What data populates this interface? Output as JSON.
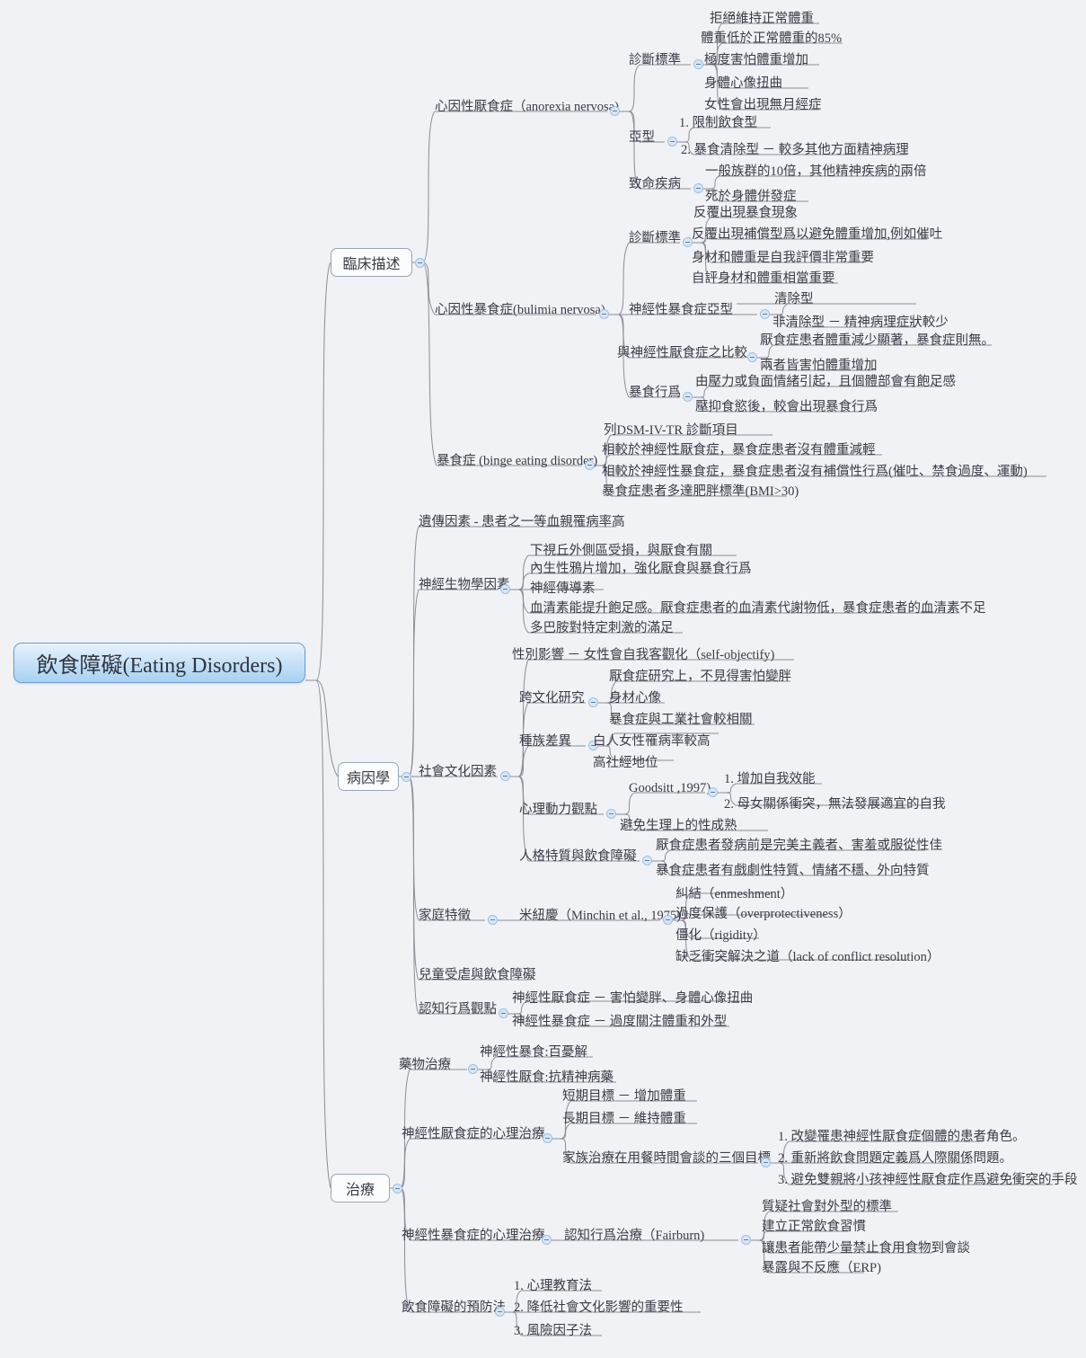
{
  "root": {
    "label": "飲食障礙(Eating Disorders)"
  },
  "colors": {
    "background": "#f0f2f5",
    "root_border": "#6f9fd0",
    "root_fill_top": "#e8f2fc",
    "root_fill_bottom": "#a8d0f2",
    "branch_border": "#9aa6b6",
    "line": "#8d8d99",
    "text": "#3b3b47",
    "toggle_fill": "#d7e6f5",
    "toggle_border": "#9fc0de"
  },
  "branches": [
    {
      "label": "臨床描述"
    },
    {
      "label": "病因學"
    },
    {
      "label": "治療"
    }
  ],
  "nodes": {
    "anorexia": "心因性厭食症（anorexia nervosa)",
    "an_criteria": "診斷標準",
    "an_c1": "拒絕維持正常體重",
    "an_c2": "體重低於正常體重的85%",
    "an_c3": "極度害怕體重增加",
    "an_c4": "身體心像扭曲",
    "an_c5": "女性會出現無月經症",
    "an_subtype": "亞型",
    "an_s1": "1. 限制飲食型",
    "an_s2": "2. 暴食清除型 － 較多其他方面精神病理",
    "an_fatal": "致命疾病",
    "an_f1": "一般族群的10倍，其他精神疾病的兩倍",
    "an_f2": "死於身體併發症",
    "bulimia": "心因性暴食症(bulimia nervosa)",
    "bn_criteria": "診斷標準",
    "bn_c1": "反覆出現暴食現象",
    "bn_c2": "反覆出現補償型爲以避免體重增加,例如催吐",
    "bn_c3": "身材和體重是自我評價非常重要",
    "bn_c4": "自評身材和體重相當重要",
    "bn_subtype": "神經性暴食症亞型",
    "bn_s1": "清除型",
    "bn_s2": "非清除型 － 精神病理症狀較少",
    "bn_compare": "與神經性厭食症之比較",
    "bn_cp1": "厭食症患者體重減少顯著，暴食症則無。",
    "bn_cp2": "兩者皆害怕體重增加",
    "bn_behavior": "暴食行爲",
    "bn_b1": "由壓力或負面情緒引起，且個體部會有飽足感",
    "bn_b2": "壓抑食慾後，較會出現暴食行爲",
    "bed": "暴食症 (binge eating disorder)",
    "bed_1": "列DSM-IV-TR 診斷項目",
    "bed_2": "相較於神經性厭食症，暴食症患者沒有體重減輕",
    "bed_3": "相較於神經性暴食症，暴食症患者沒有補償性行爲(催吐、禁食過度、運動)",
    "bed_4": "暴食症患者多達肥胖標準(BMI>30)",
    "genetic": "遺傳因素 - 患者之一等血親罹病率高",
    "neurobio": "神經生物學因素",
    "nb_1": "下視丘外側區受損，與厭食有關",
    "nb_2": "內生性鴉片增加，強化厭食與暴食行爲",
    "nb_3": "神經傳導素",
    "nb_4": "血清素能提升飽足感。厭食症患者的血清素代謝物低，暴食症患者的血清素不足",
    "nb_5": "多巴胺對特定刺激的滿足",
    "sociocultural": "社會文化因素",
    "sc_gender": "性別影響 － 女性會自我客觀化（self-objectify)",
    "sc_cross": "跨文化研究",
    "sc_cr1": "厭食症研究上，不見得害怕變胖",
    "sc_cr2": "身材心像",
    "sc_cr3": "暴食症與工業社會較相關",
    "sc_race": "種族差異",
    "sc_r1": "白人女性罹病率較高",
    "sc_r2": "高社經地位",
    "sc_psycho": "心理動力觀點",
    "sc_goodsitt": "Goodsitt ,1997)",
    "sc_g1": "1. 增加自我效能",
    "sc_g2": "2. 母女關係衝突，無法發展適宜的自我",
    "sc_p2": "避免生理上的性成熟",
    "sc_person": "人格特質與飲食障礙",
    "sc_pe1": "厭食症患者發病前是完美主義者、害羞或服從性佳",
    "sc_pe2": "暴食症患者有戲劇性特質、情緒不穩、外向特質",
    "family": "家庭特徵",
    "minchin": "米紐慶（Minchin et al., 1975)",
    "fm_1": "糾結（enmeshment）",
    "fm_2": "過度保護（overprotectiveness）",
    "fm_3": "僵化（rigidity）",
    "fm_4": "缺乏衝突解決之道（lack of conflict resolution）",
    "childabuse": "兒童受虐與飲食障礙",
    "cbt_view": "認知行爲觀點",
    "cbt_1": "神經性厭食症 － 害怕變胖、身體心像扭曲",
    "cbt_2": "神經性暴食症 － 過度關注體重和外型",
    "drug": "藥物治療",
    "dr_1": "神經性暴食:百憂解",
    "dr_2": "神經性厭食:抗精神病藥",
    "an_therapy": "神經性厭食症的心理治療",
    "at_1": "短期目標 － 增加體重",
    "at_2": "長期目標 － 維持體重",
    "at_family": "家族治療在用餐時間會談的三個目標",
    "at_f1": "1. 改變罹患神經性厭食症個體的患者角色。",
    "at_f2": "2. 重新將飲食問題定義爲人際關係問題。",
    "at_f3": "3. 避免雙親將小孩神經性厭食症作爲避免衝突的手段",
    "bn_therapy": "神經性暴食症的心理治療",
    "fairburn": "認知行爲治療（Fairburn)",
    "fb_1": "質疑社會對外型的標準",
    "fb_2": "建立正常飲食習慣",
    "fb_3": "讓患者能帶少量禁止食用食物到會談",
    "fb_4": "暴露與不反應（ERP)",
    "prevention": "飲食障礙的預防法",
    "pv_1": "1. 心理教育法",
    "pv_2": "2. 降低社會文化影響的重要性",
    "pv_3": "3. 風險因子法"
  },
  "icons": {
    "collapse": "collapse-minus-icon"
  }
}
